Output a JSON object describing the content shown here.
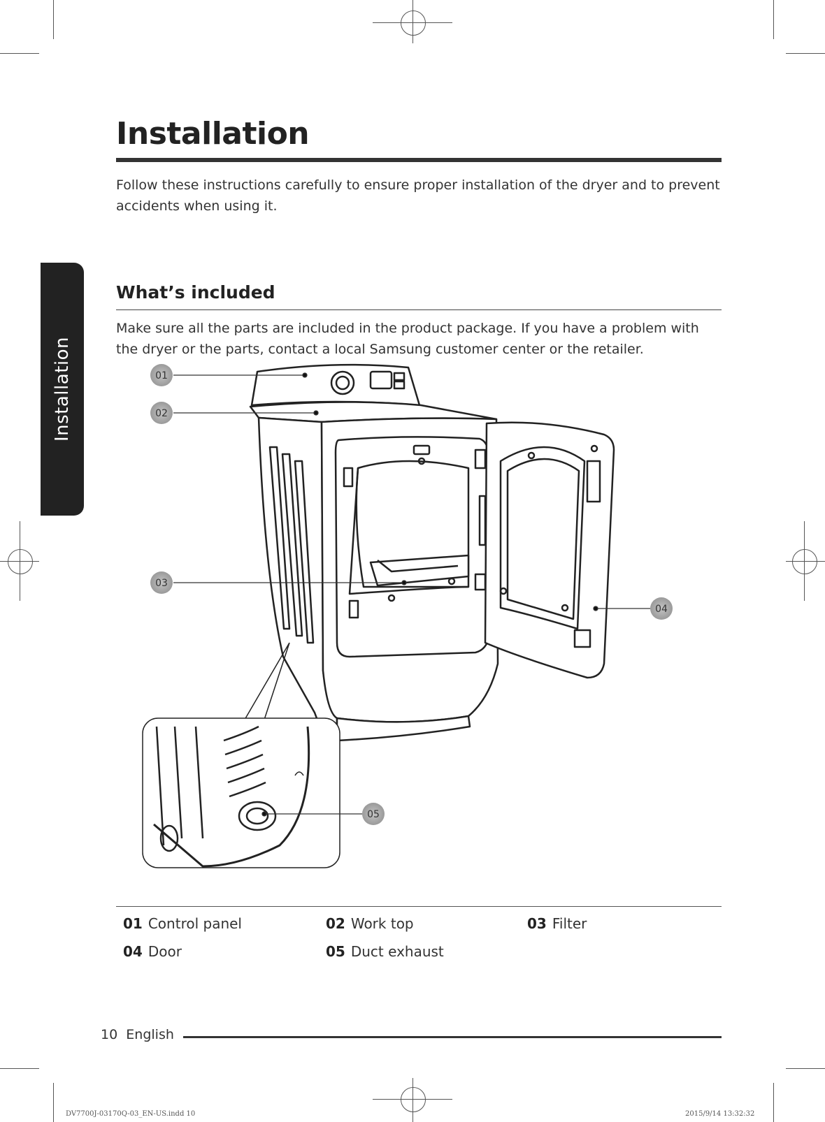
{
  "side_tab": {
    "label": "Installation"
  },
  "page": {
    "title": "Installation",
    "intro": "Follow these instructions carefully to ensure proper installation of the dryer and to prevent accidents when using it."
  },
  "section": {
    "title": "What’s included",
    "description": "Make sure all the parts are included in the product package. If you have a problem with the dryer or the parts, contact a local Samsung customer center or the retailer."
  },
  "callouts": [
    "01",
    "02",
    "03",
    "04",
    "05"
  ],
  "parts": [
    {
      "num": "01",
      "label": "Control panel"
    },
    {
      "num": "02",
      "label": "Work top"
    },
    {
      "num": "03",
      "label": "Filter"
    },
    {
      "num": "04",
      "label": "Door"
    },
    {
      "num": "05",
      "label": "Duct exhaust"
    }
  ],
  "footer": {
    "page_number": "10",
    "language": "English",
    "file_slug": "DV7700J-03170Q-03_EN-US.indd  10",
    "date_slug": "2015/9/14   13:32:32"
  }
}
